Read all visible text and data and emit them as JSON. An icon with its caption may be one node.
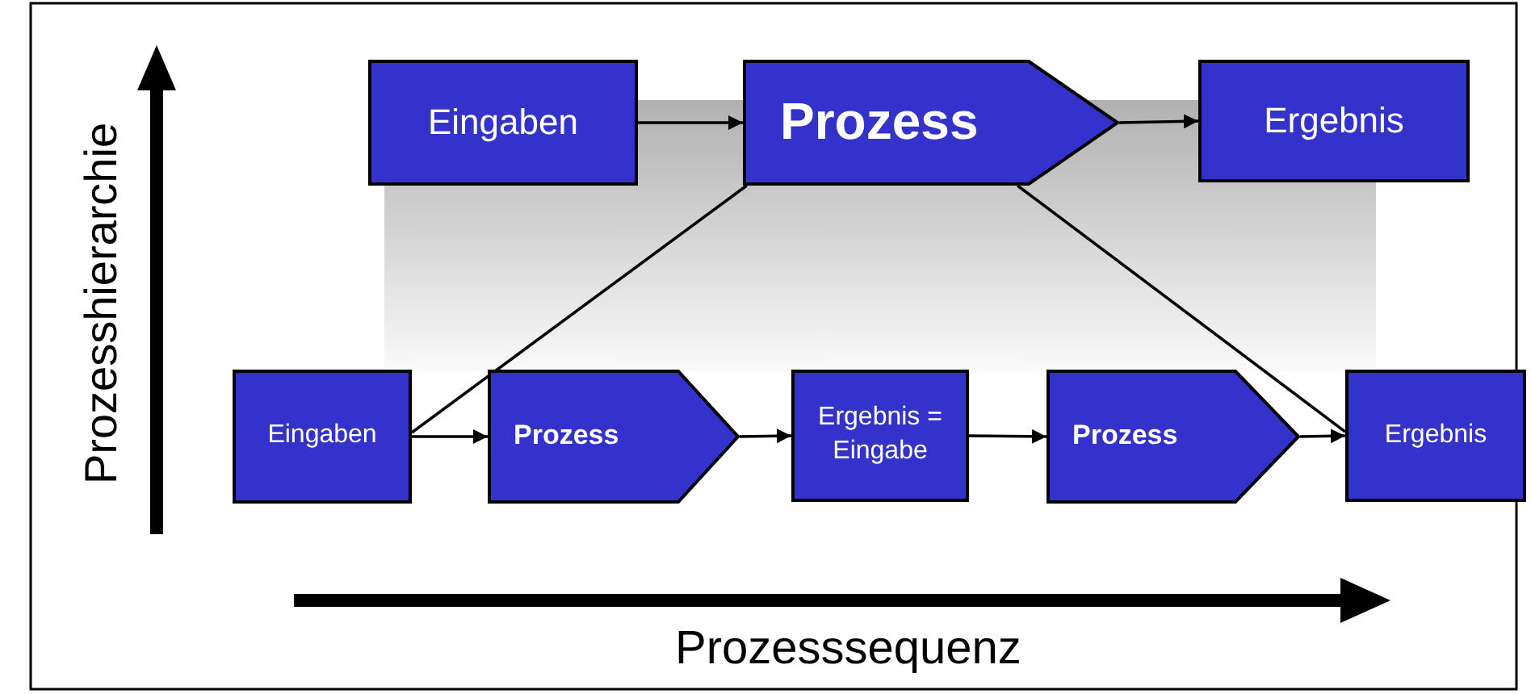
{
  "diagram": {
    "nodes": [
      {
        "text": [
          "Eingaben"
        ]
      },
      {
        "text": [
          "Prozess"
        ]
      },
      {
        "text": [
          "Ergebnis"
        ]
      },
      {
        "text": [
          "Eingaben"
        ]
      },
      {
        "text": [
          "Prozess"
        ]
      },
      {
        "text": [
          "Ergebnis = Eingabe"
        ]
      },
      {
        "text": [
          "Prozess"
        ]
      },
      {
        "text": [
          "Ergebnis"
        ]
      }
    ],
    "edges": [
      {
        "from": 0,
        "to": 1,
        "arrow": "to"
      },
      {
        "from": 1,
        "to": 2,
        "arrow": "to"
      },
      {
        "from": 1,
        "to": 3,
        "arrow": "none"
      },
      {
        "from": 1,
        "to": 7,
        "arrow": "none"
      },
      {
        "from": 3,
        "to": 4,
        "arrow": "to"
      },
      {
        "from": 4,
        "to": 5,
        "arrow": "to"
      },
      {
        "from": 5,
        "to": 6,
        "arrow": "to"
      },
      {
        "from": 6,
        "to": 7,
        "arrow": "to"
      }
    ],
    "labels": [
      "Prozesshierarchie",
      "Prozesssequenz"
    ]
  }
}
